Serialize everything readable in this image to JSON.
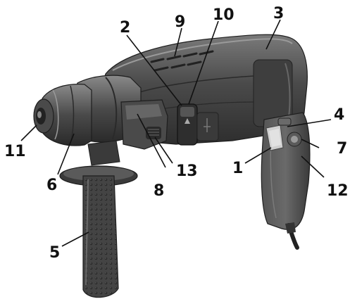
{
  "callouts": [
    {
      "id": "c1",
      "text": "1"
    },
    {
      "id": "c2",
      "text": "2"
    },
    {
      "id": "c3",
      "text": "3"
    },
    {
      "id": "c4",
      "text": "4"
    },
    {
      "id": "c5",
      "text": "5"
    },
    {
      "id": "c6",
      "text": "6"
    },
    {
      "id": "c7",
      "text": "7"
    },
    {
      "id": "c8",
      "text": "8"
    },
    {
      "id": "c9",
      "text": "9"
    },
    {
      "id": "c10",
      "text": "10"
    },
    {
      "id": "c11",
      "text": "11"
    },
    {
      "id": "c12",
      "text": "12"
    },
    {
      "id": "c13",
      "text": "13"
    }
  ],
  "colors": {
    "body_dark": "#3a3a3a",
    "body_mid": "#5a5a5a",
    "body_light": "#8a8a8a",
    "highlight": "#b0b0b0",
    "accent_switch": "#cfcfcf",
    "leader": "#111111"
  }
}
